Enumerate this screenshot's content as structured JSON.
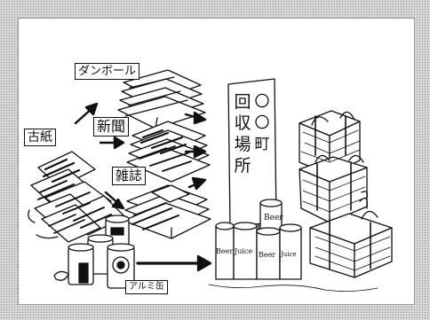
{
  "labels": {
    "cardboard": "ダンボール",
    "old_paper": "古紙",
    "newspaper": "新聞",
    "magazine": "雑誌",
    "aluminum_cans": "アルミ缶"
  },
  "sign": {
    "left_column": "回収場所",
    "right_column": "〇〇町"
  },
  "cans": {
    "tall_left": "Beer",
    "tall_right_1": "Juice",
    "tall_right_2": "Beer",
    "tall_right_3": "Juice",
    "stacked_top": "Beer"
  },
  "colors": {
    "ink": "#111111",
    "paper": "#ffffff",
    "border_pattern": "#8f8f8f"
  }
}
